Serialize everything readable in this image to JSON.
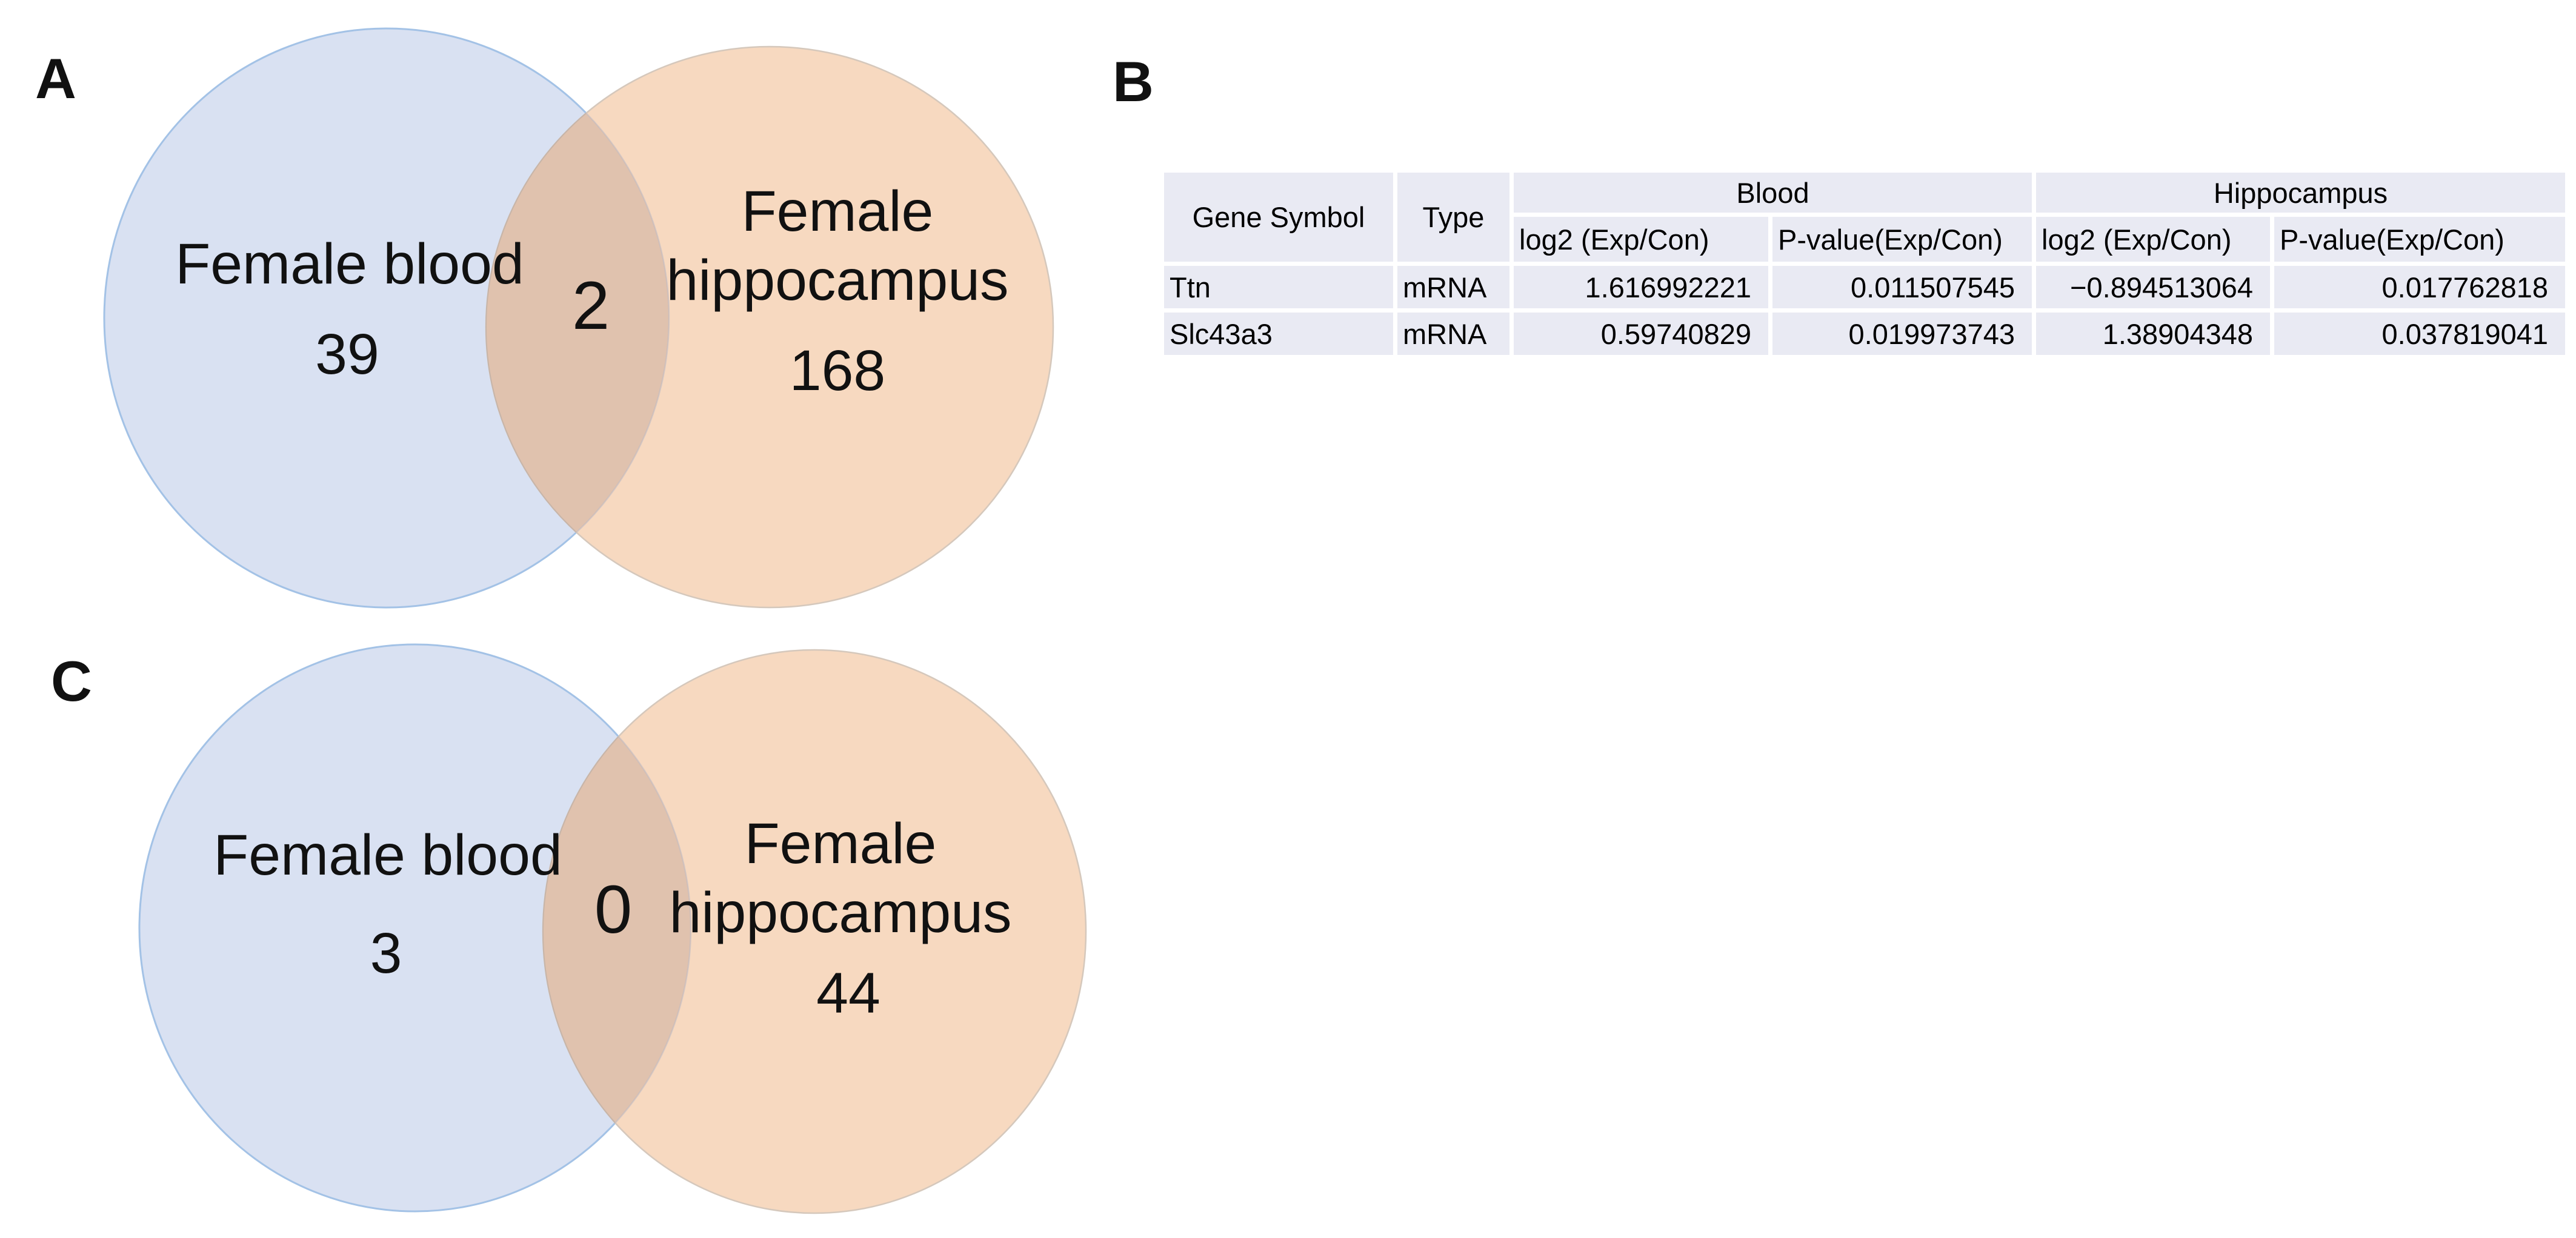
{
  "colors": {
    "blue_fill": "#D9E1F2",
    "blue_stroke": "#A3C2E6",
    "orange_fill": "#F7D9C0",
    "orange_stroke": "#D5C8BC",
    "overlap_fill": "#E0C2AE",
    "table_fill": "#E9EAF3"
  },
  "panel_a": {
    "label": "A",
    "left_label": "Female blood",
    "left_count": "39",
    "overlap_count": "2",
    "right_label_line1": "Female",
    "right_label_line2": "hippocampus",
    "right_count": "168"
  },
  "panel_b": {
    "label": "B",
    "table": {
      "group_headers": {
        "blood": "Blood",
        "hippocampus": "Hippocampus"
      },
      "col_headers": {
        "gene": "Gene Symbol",
        "type": "Type",
        "log2": "log2 (Exp/Con)",
        "pvalue": "P-value(Exp/Con)"
      },
      "rows": [
        {
          "gene": "Ttn",
          "type": "mRNA",
          "blood_log2": "1.616992221",
          "blood_p": "0.011507545",
          "hippo_log2": "−0.894513064",
          "hippo_p": "0.017762818"
        },
        {
          "gene": "Slc43a3",
          "type": "mRNA",
          "blood_log2": "0.59740829",
          "blood_p": "0.019973743",
          "hippo_log2": "1.38904348",
          "hippo_p": "0.037819041"
        }
      ]
    }
  },
  "panel_c": {
    "label": "C",
    "left_label": "Female blood",
    "left_count": "3",
    "overlap_count": "0",
    "right_label_line1": "Female",
    "right_label_line2": "hippocampus",
    "right_count": "44"
  },
  "chart_data": [
    {
      "type": "venn",
      "panel": "A",
      "sets": [
        {
          "label": "Female blood",
          "unique": 39
        },
        {
          "label": "Female hippocampus",
          "unique": 168
        }
      ],
      "overlap": 2
    },
    {
      "type": "table",
      "panel": "B",
      "columns": [
        "Gene Symbol",
        "Type",
        "Blood log2 (Exp/Con)",
        "Blood P-value(Exp/Con)",
        "Hippocampus log2 (Exp/Con)",
        "Hippocampus P-value(Exp/Con)"
      ],
      "rows": [
        [
          "Ttn",
          "mRNA",
          1.616992221,
          0.011507545,
          -0.894513064,
          0.017762818
        ],
        [
          "Slc43a3",
          "mRNA",
          0.59740829,
          0.019973743,
          1.38904348,
          0.037819041
        ]
      ]
    },
    {
      "type": "venn",
      "panel": "C",
      "sets": [
        {
          "label": "Female blood",
          "unique": 3
        },
        {
          "label": "Female hippocampus",
          "unique": 44
        }
      ],
      "overlap": 0
    }
  ]
}
